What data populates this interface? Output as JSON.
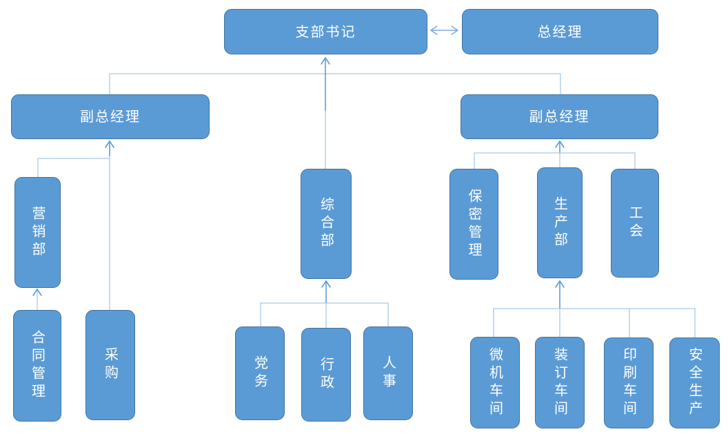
{
  "colors": {
    "node_fill": "#5B9BD5",
    "node_border": "#41719C",
    "node_text": "#FFFFFF",
    "line_light": "#A9C8E8",
    "line_medium": "#5B9BD5",
    "line_double_arrow": "#7FA8DC"
  },
  "nodes": {
    "branch_secretary": {
      "label": "支部书记"
    },
    "general_manager": {
      "label": "总经理"
    },
    "deputy_gm_left": {
      "label": "副总经理"
    },
    "deputy_gm_right": {
      "label": "副总经理"
    },
    "marketing_dept": {
      "label": "营销部"
    },
    "contract_management": {
      "label": "合同管理"
    },
    "procurement": {
      "label": "采购"
    },
    "general_dept": {
      "label": "综合部"
    },
    "party_affairs": {
      "label": "党务"
    },
    "administration": {
      "label": "行政"
    },
    "personnel": {
      "label": "人事"
    },
    "confidentiality_management": {
      "label": "保密管理"
    },
    "production_dept": {
      "label": "生产部"
    },
    "labor_union": {
      "label": "工会"
    },
    "computer_workshop": {
      "label": "微机车间"
    },
    "binding_workshop": {
      "label": "装订车间"
    },
    "printing_workshop": {
      "label": "印刷车间"
    },
    "safety_production": {
      "label": "安全生产"
    }
  },
  "edges": [
    {
      "from": "branch_secretary",
      "to": "general_manager",
      "type": "double-arrow"
    },
    {
      "from": "general_dept",
      "to": "branch_secretary",
      "type": "arrow"
    },
    {
      "from": "deputy_gm_left",
      "to": "branch_secretary",
      "type": "tree-line"
    },
    {
      "from": "deputy_gm_right",
      "to": "branch_secretary",
      "type": "tree-line"
    },
    {
      "from": "marketing_dept",
      "to": "deputy_gm_left",
      "type": "arrow"
    },
    {
      "from": "procurement",
      "to": "deputy_gm_left",
      "type": "arrow"
    },
    {
      "from": "contract_management",
      "to": "marketing_dept",
      "type": "arrow"
    },
    {
      "from": "party_affairs",
      "to": "general_dept",
      "type": "arrow"
    },
    {
      "from": "administration",
      "to": "general_dept",
      "type": "arrow"
    },
    {
      "from": "personnel",
      "to": "general_dept",
      "type": "arrow"
    },
    {
      "from": "confidentiality_management",
      "to": "deputy_gm_right",
      "type": "arrow"
    },
    {
      "from": "production_dept",
      "to": "deputy_gm_right",
      "type": "arrow"
    },
    {
      "from": "labor_union",
      "to": "deputy_gm_right",
      "type": "arrow"
    },
    {
      "from": "computer_workshop",
      "to": "production_dept",
      "type": "arrow"
    },
    {
      "from": "binding_workshop",
      "to": "production_dept",
      "type": "arrow"
    },
    {
      "from": "printing_workshop",
      "to": "production_dept",
      "type": "arrow"
    },
    {
      "from": "safety_production",
      "to": "production_dept",
      "type": "arrow"
    }
  ]
}
